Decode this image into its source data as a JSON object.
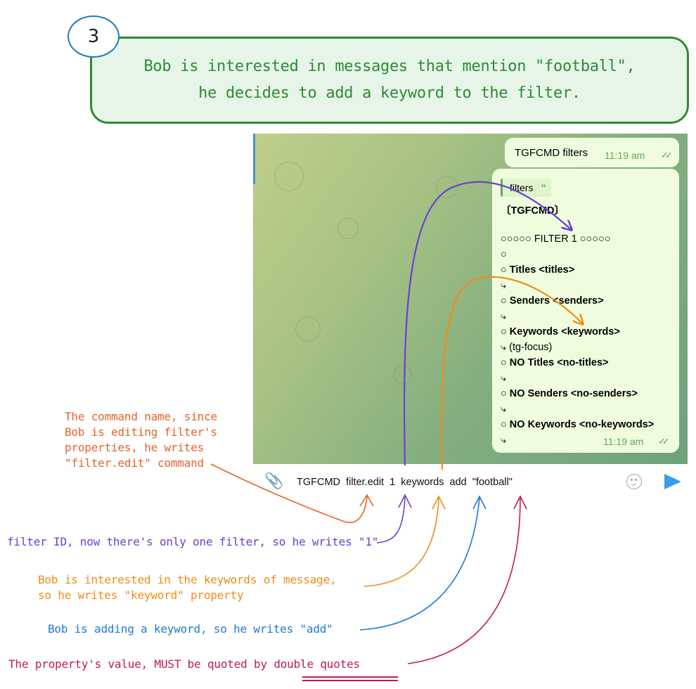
{
  "step": {
    "number": "3"
  },
  "callout": {
    "line1": "Bob is interested in messages that mention \"football\",",
    "line2": "he decides to add a keyword to the filter."
  },
  "chat": {
    "sent_message": {
      "text": "TGFCMD filters",
      "time": "11:19 am"
    },
    "reply": {
      "quote_label": "filters",
      "quote_mark": "”",
      "header": "〔TGFCMD〕",
      "lines": [
        "○○○○○ FILTER 1 ○○○○○",
        "○",
        "○ Titles <titles>",
        "⤷",
        "○ Senders <senders>",
        "⤷",
        "○ Keywords <keywords>",
        "⤷ (tg-focus)",
        "○ NO Titles <no-titles>",
        "⤷",
        "○ NO Senders <no-senders>",
        "⤷",
        "○ NO Keywords <no-keywords>",
        "⤷"
      ],
      "time": "11:19 am"
    }
  },
  "composer": {
    "input_text": "TGFCMD  filter.edit  1  keywords  add  \"football\"",
    "attach_icon": "paperclip-icon",
    "emoji_icon": "smiley-icon",
    "send_icon": "send-icon"
  },
  "annotations": {
    "command_name": [
      "The command name, since",
      "Bob is editing filter's",
      "properties, he writes",
      "\"filter.edit\" command"
    ],
    "filter_id": [
      "filter ID, now there's only one filter, so he writes \"1\""
    ],
    "keyword_property": [
      "Bob is interested in the keywords of message,",
      "so he writes \"keyword\" property"
    ],
    "add_action": [
      "Bob is adding a keyword, so he writes \"add\""
    ],
    "property_value": [
      "The property's value, MUST be quoted by double quotes"
    ]
  },
  "colors": {
    "callout_green": "#2f8a35",
    "orange": "#e8622a",
    "purple": "#6a3fd4",
    "amber": "#f08c1a",
    "blue": "#1f7ad4",
    "crimson": "#c2185b"
  }
}
